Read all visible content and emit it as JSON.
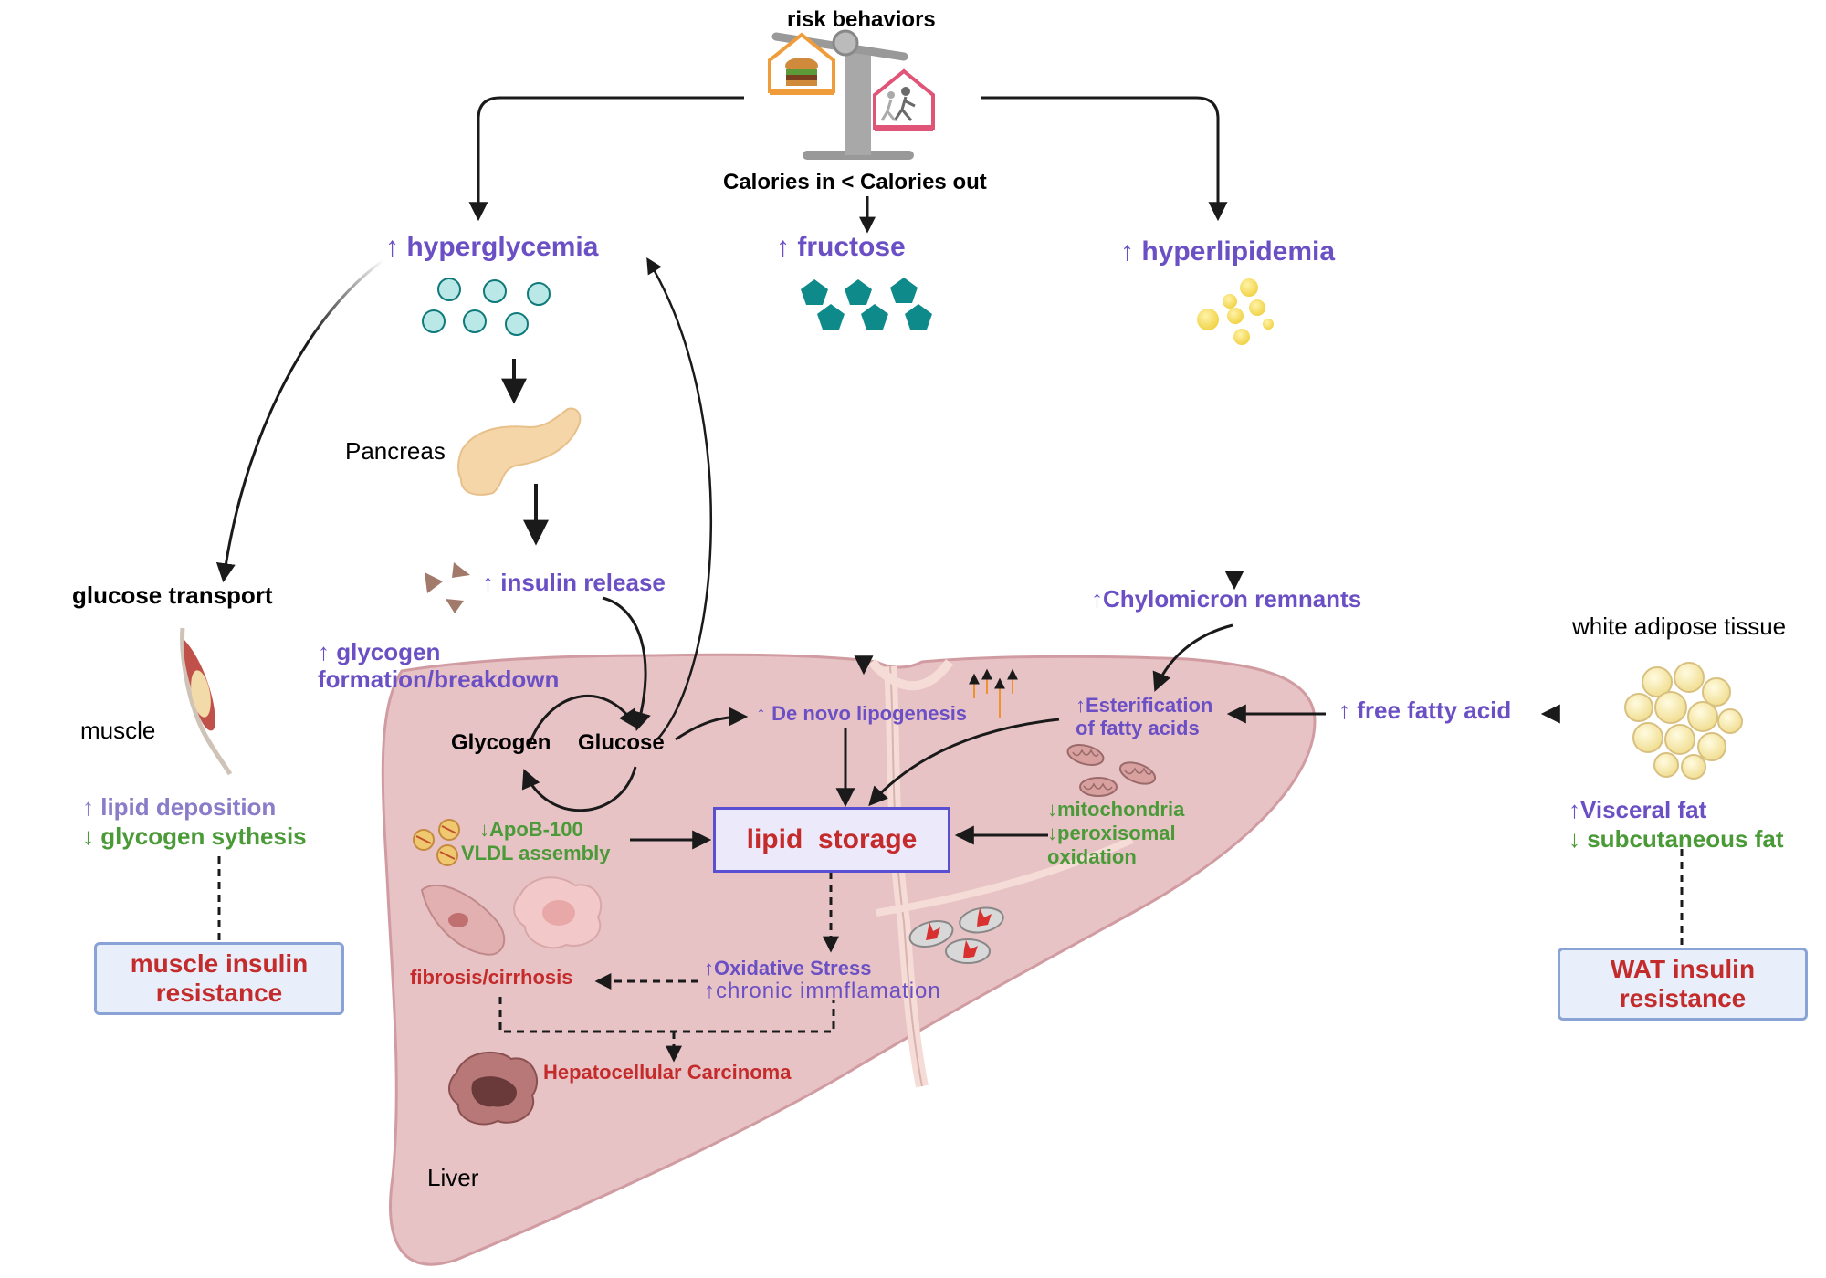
{
  "top": {
    "risk_behaviors": "risk behaviors",
    "calories": "Calories in < Calories out"
  },
  "branches": {
    "hyperglycemia": "↑ hyperglycemia",
    "fructose": "↑ fructose",
    "hyperlipidemia": "↑ hyperlipidemia"
  },
  "pancreas": {
    "label": "Pancreas",
    "insulin_release": "↑ insulin release"
  },
  "muscle": {
    "glucose_transport": "glucose transport",
    "label": "muscle",
    "lipid_deposition": "↑ lipid deposition",
    "glycogen_synthesis": "↓ glycogen sythesis",
    "resistance": "muscle insulin\nresistance"
  },
  "liver": {
    "label": "Liver",
    "glycogen_formation": "↑ glycogen\nformation/breakdown",
    "glycogen": "Glycogen",
    "glucose": "Glucose",
    "de_novo": "↑ De novo lipogenesis",
    "apob": "↓ApoB-100",
    "vldl": "VLDL assembly",
    "lipid_storage": "lipid  storage",
    "esterification": "↑Esterification\nof fatty acids",
    "mitochondria": "↓mitochondria",
    "peroxisomal": "↓peroxisomal",
    "oxidation": "oxidation",
    "oxidative_stress": "↑Oxidative Stress",
    "chronic": "↑chronic immflamation",
    "fibrosis": "fibrosis/cirrhosis",
    "hcc": "Hepatocellular Carcinoma"
  },
  "lipids": {
    "chylomicron": "↑Chylomicron remnants"
  },
  "adipose": {
    "label": "white adipose tissue",
    "free_fatty_acid": "↑ free fatty acid",
    "visceral": "↑Visceral fat",
    "subcutaneous": "↓ subcutaneous fat",
    "resistance": "WAT insulin\nresistance"
  },
  "colors": {
    "purple": "#6b4fc4",
    "green": "#4a9a38",
    "red": "#c42b2b",
    "liver_fill": "#e8c3c6",
    "teal": "#0f8a8a",
    "box_border": "#8aa3d6",
    "box_fill": "#e8effa"
  },
  "icons": [
    "burger-house-icon",
    "exercise-house-icon",
    "scale-icon",
    "glucose-circle-icon",
    "fructose-pentagon-icon",
    "lipid-droplet-icon",
    "pancreas-icon",
    "insulin-triangle-icon",
    "muscle-icon",
    "mitochondria-icon",
    "stellate-cell-icon",
    "tumor-icon",
    "adipocyte-cluster-icon",
    "liver-icon"
  ]
}
